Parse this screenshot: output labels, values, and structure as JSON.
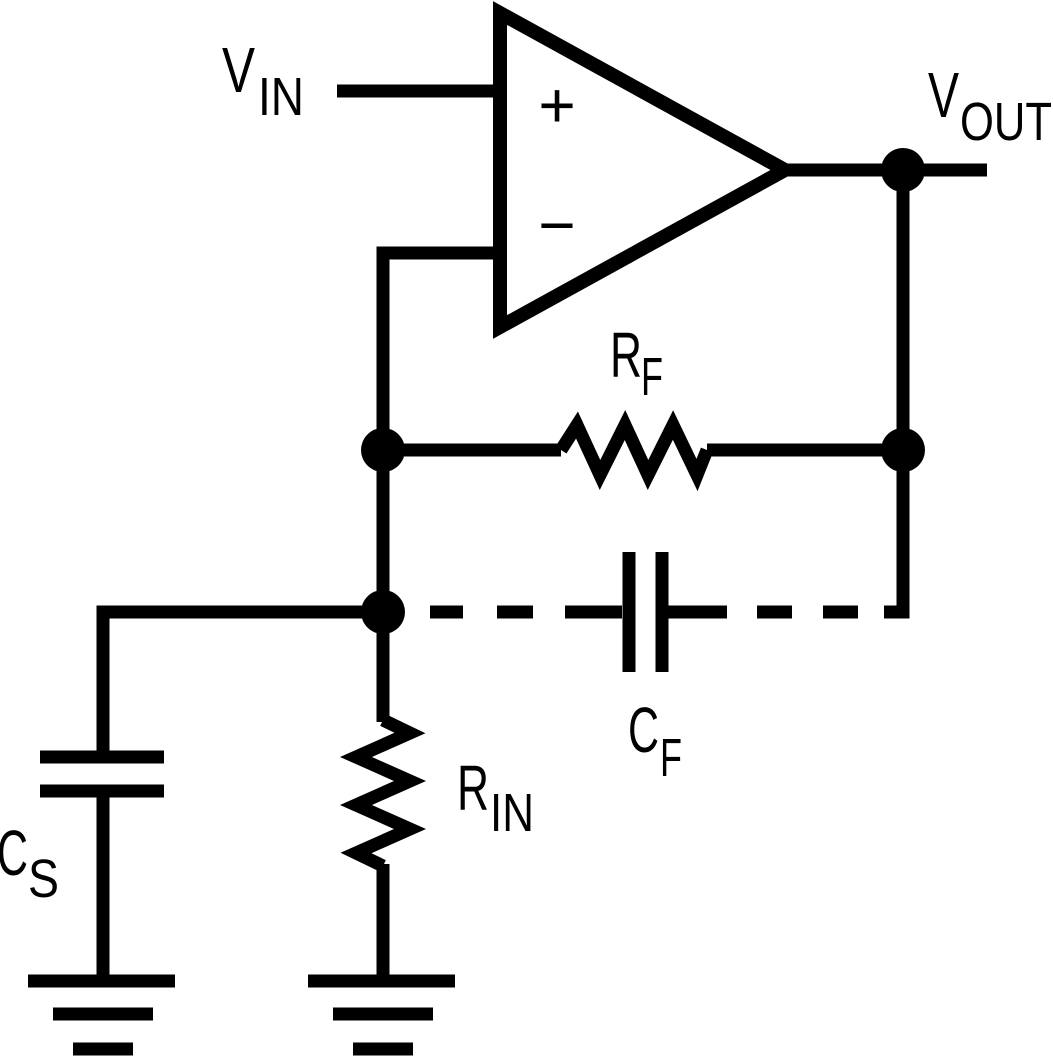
{
  "colors": {
    "background": "#ffffff",
    "ink": "#000000"
  },
  "opamp": {
    "plus": "+",
    "minus": "−"
  },
  "labels": {
    "vin": {
      "main": "V",
      "sub": "IN"
    },
    "vout": {
      "main": "V",
      "sub": "OUT"
    },
    "rf": {
      "main": "R",
      "sub": "F"
    },
    "cf": {
      "main": "C",
      "sub": "F"
    },
    "rin": {
      "main": "R",
      "sub": "IN"
    },
    "cs": {
      "main": "C",
      "sub": "S"
    }
  }
}
